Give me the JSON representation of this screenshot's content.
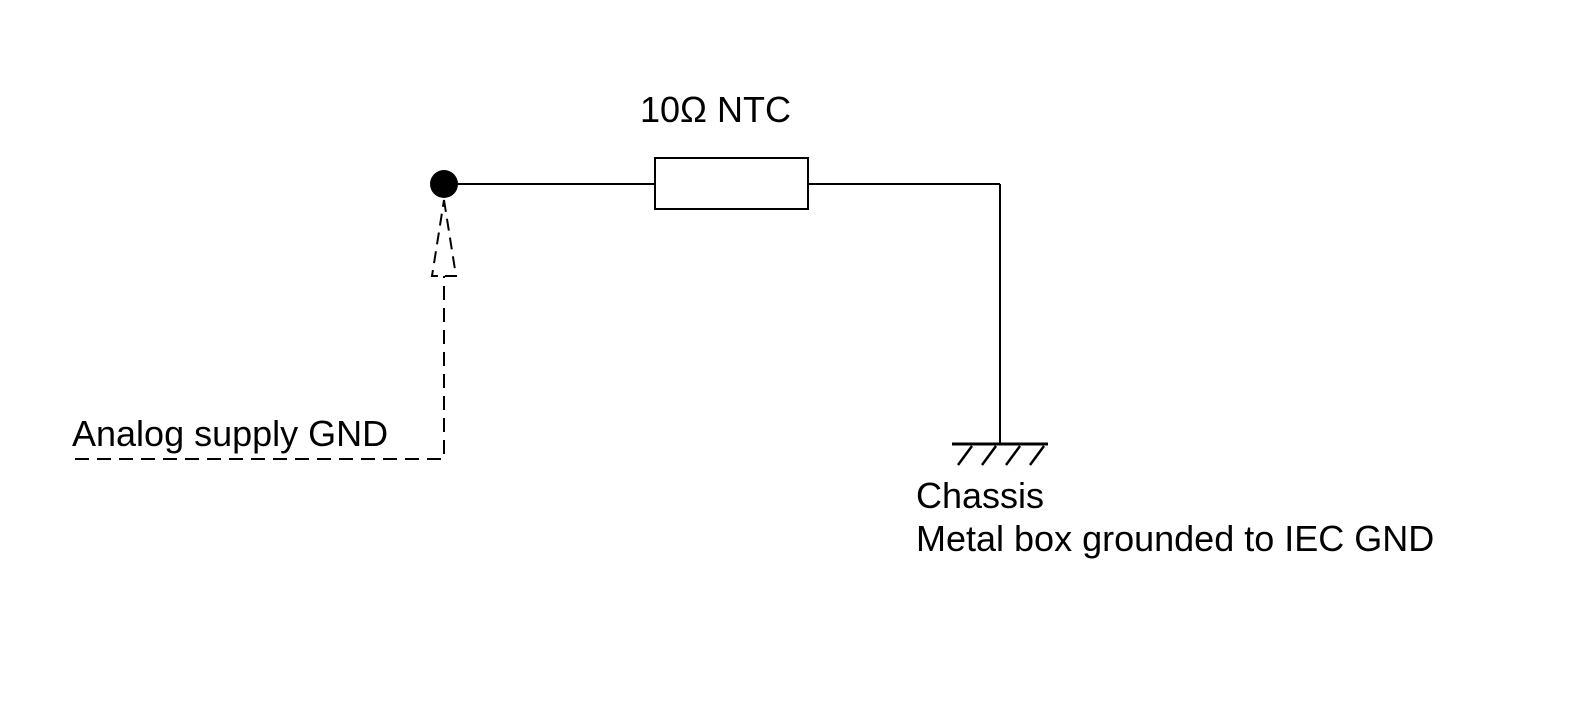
{
  "colors": {
    "ink": "#000000",
    "background": "#ffffff"
  },
  "labels": {
    "resistor": "10Ω NTC",
    "supply": "Analog supply GND",
    "chassis_title": "Chassis",
    "chassis_desc": "Metal box grounded to IEC GND"
  },
  "components": {
    "resistor": "resistor-symbol",
    "ground": "chassis-ground-symbol",
    "node": "junction-dot",
    "link": "dashed-arrow"
  }
}
